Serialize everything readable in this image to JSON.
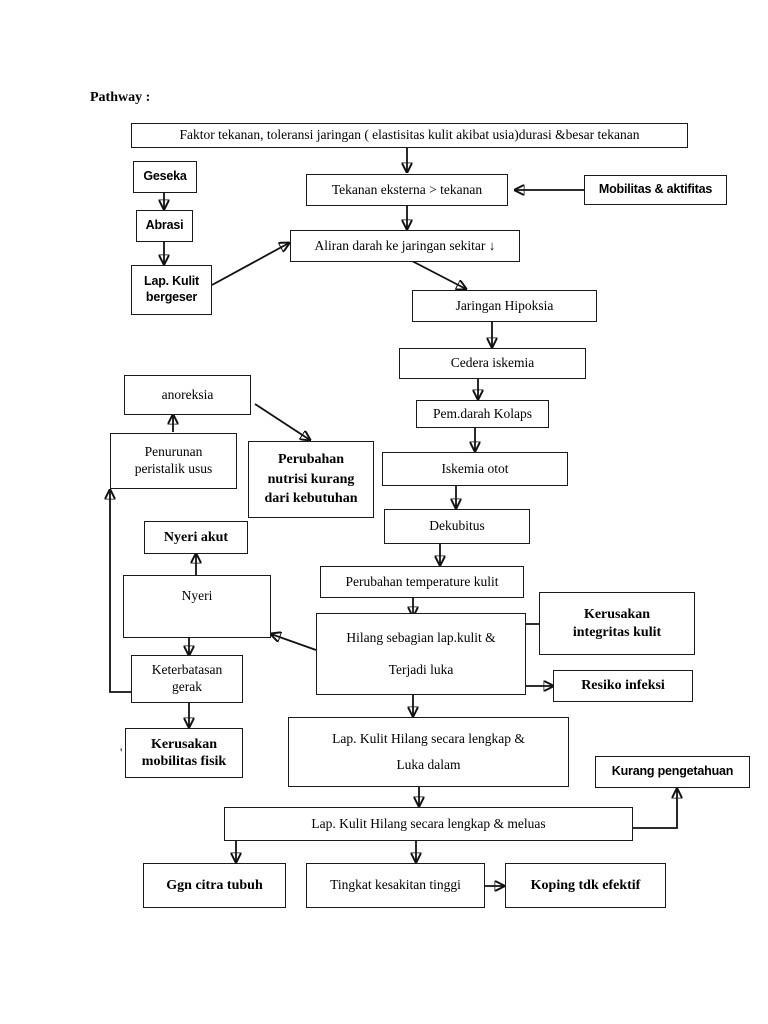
{
  "page": {
    "title_label": "Pathway :",
    "stray_mark": "'"
  },
  "nodes": {
    "faktor_tekanan": "Faktor  tekanan, toleransi jaringan (  elastisitas kulit akibat usia)durasi &besar tekanan",
    "geseka": "Geseka",
    "abrasi": "Abrasi",
    "lap_kulit_bergeser_l1": "Lap. Kulit",
    "lap_kulit_bergeser_l2": "bergeser",
    "tekanan_eksterna": "Tekanan eksterna > tekanan",
    "mobilitas_aktifitas": "Mobilitas & aktifitas",
    "aliran_darah": "Aliran darah ke jaringan sekitar ↓",
    "jaringan_hipoksia": "Jaringan Hipoksia",
    "cedera_iskemia": "Cedera iskemia",
    "pem_darah_kolaps": "Pem.darah Kolaps",
    "iskemia_otot": "Iskemia otot",
    "dekubitus": "Dekubitus",
    "anoreksia": "anoreksia",
    "penurunan_peristalik_l1": "Penurunan",
    "penurunan_peristalik_l2": "peristalik usus",
    "perubahan_nutrisi_l1": "Perubahan",
    "perubahan_nutrisi_l2": "nutrisi kurang",
    "perubahan_nutrisi_l3": "dari kebutuhan",
    "nyeri_akut": "Nyeri akut",
    "nyeri": "Nyeri",
    "keterbatasan_gerak_l1": "Keterbatasan",
    "keterbatasan_gerak_l2": "gerak",
    "kerusakan_mobilitas_l1": "Kerusakan",
    "kerusakan_mobilitas_l2": "mobilitas fisik",
    "perubahan_temperature": "Perubahan temperature kulit",
    "hilang_sebagian_l1": "Hilang sebagian lap.kulit &",
    "hilang_sebagian_l2": "Terjadi luka",
    "kerusakan_integritas_l1": "Kerusakan",
    "kerusakan_integritas_l2": "integritas kulit",
    "resiko_infeksi": "Resiko infeksi",
    "lap_kulit_hilang_l1": "Lap. Kulit Hilang secara lengkap &",
    "lap_kulit_hilang_l2": "Luka dalam",
    "lap_kulit_meluas": "Lap. Kulit Hilang secara lengkap & meluas",
    "kurang_pengetahuan": "Kurang pengetahuan",
    "ggn_citra_tubuh": "Ggn citra tubuh",
    "tingkat_kesakitan": "Tingkat kesakitan tinggi",
    "koping_tdk_efektif": "Koping tdk efektif"
  },
  "chart_data": {
    "type": "diagram",
    "title": "Pathway : Dekubitus (Pressure Ulcer) Pathway Flowchart",
    "diagram_kind": "flowchart",
    "node_list": [
      "Faktor  tekanan, toleransi jaringan (  elastisitas kulit akibat usia)durasi &besar tekanan",
      "Geseka",
      "Abrasi",
      "Lap. Kulit bergeser",
      "Tekanan eksterna > tekanan",
      "Mobilitas & aktifitas",
      "Aliran darah ke jaringan sekitar ↓",
      "Jaringan Hipoksia",
      "Cedera iskemia",
      "Pem.darah Kolaps",
      "Iskemia otot",
      "Dekubitus",
      "anoreksia",
      "Penurunan peristalik usus",
      "Perubahan nutrisi kurang dari kebutuhan",
      "Nyeri akut",
      "Nyeri",
      "Keterbatasan gerak",
      "Kerusakan mobilitas fisik",
      "Perubahan temperature kulit",
      "Hilang sebagian lap.kulit & Terjadi luka",
      "Kerusakan integritas kulit",
      "Resiko infeksi",
      "Lap. Kulit Hilang secara lengkap & Luka dalam",
      "Lap. Kulit Hilang secara lengkap & meluas",
      "Kurang pengetahuan",
      "Ggn citra tubuh",
      "Tingkat kesakitan tinggi",
      "Koping tdk efektif"
    ],
    "edges": [
      {
        "from": "Faktor  tekanan, toleransi jaringan",
        "to": "Tekanan eksterna > tekanan"
      },
      {
        "from": "Mobilitas & aktifitas",
        "to": "Tekanan eksterna > tekanan"
      },
      {
        "from": "Geseka",
        "to": "Abrasi"
      },
      {
        "from": "Abrasi",
        "to": "Lap. Kulit bergeser"
      },
      {
        "from": "Lap. Kulit bergeser",
        "to": "Aliran darah ke jaringan sekitar"
      },
      {
        "from": "Tekanan eksterna > tekanan",
        "to": "Aliran darah ke jaringan sekitar"
      },
      {
        "from": "Aliran darah ke jaringan sekitar",
        "to": "Jaringan Hipoksia"
      },
      {
        "from": "Jaringan Hipoksia",
        "to": "Cedera iskemia"
      },
      {
        "from": "Cedera iskemia",
        "to": "Pem.darah Kolaps"
      },
      {
        "from": "Pem.darah Kolaps",
        "to": "Iskemia otot"
      },
      {
        "from": "Iskemia otot",
        "to": "Dekubitus"
      },
      {
        "from": "Dekubitus",
        "to": "Perubahan temperature kulit"
      },
      {
        "from": "Perubahan temperature kulit",
        "to": "Hilang sebagian lap.kulit & Terjadi luka"
      },
      {
        "from": "Hilang sebagian lap.kulit & Terjadi luka",
        "to": "Kerusakan integritas kulit"
      },
      {
        "from": "Hilang sebagian lap.kulit & Terjadi luka",
        "to": "Resiko infeksi"
      },
      {
        "from": "Hilang sebagian lap.kulit & Terjadi luka",
        "to": "Nyeri"
      },
      {
        "from": "Hilang sebagian lap.kulit & Terjadi luka",
        "to": "Lap. Kulit Hilang secara lengkap & Luka dalam"
      },
      {
        "from": "Nyeri",
        "to": "Nyeri akut"
      },
      {
        "from": "Nyeri",
        "to": "Keterbatasan gerak"
      },
      {
        "from": "Keterbatasan gerak",
        "to": "Kerusakan mobilitas fisik"
      },
      {
        "from": "Keterbatasan gerak",
        "to": "Penurunan peristalik usus"
      },
      {
        "from": "Penurunan peristalik usus",
        "to": "anoreksia"
      },
      {
        "from": "anoreksia",
        "to": "Perubahan nutrisi kurang dari kebutuhan"
      },
      {
        "from": "Lap. Kulit Hilang secara lengkap & Luka dalam",
        "to": "Lap. Kulit Hilang secara lengkap & meluas"
      },
      {
        "from": "Lap. Kulit Hilang secara lengkap & meluas",
        "to": "Kurang pengetahuan"
      },
      {
        "from": "Lap. Kulit Hilang secara lengkap & meluas",
        "to": "Ggn citra tubuh"
      },
      {
        "from": "Lap. Kulit Hilang secara lengkap & meluas",
        "to": "Tingkat kesakitan tinggi"
      },
      {
        "from": "Tingkat kesakitan tinggi",
        "to": "Koping tdk efektif"
      }
    ]
  },
  "colors": {
    "stroke": "#111111",
    "background": "#ffffff",
    "text": "#000000"
  }
}
